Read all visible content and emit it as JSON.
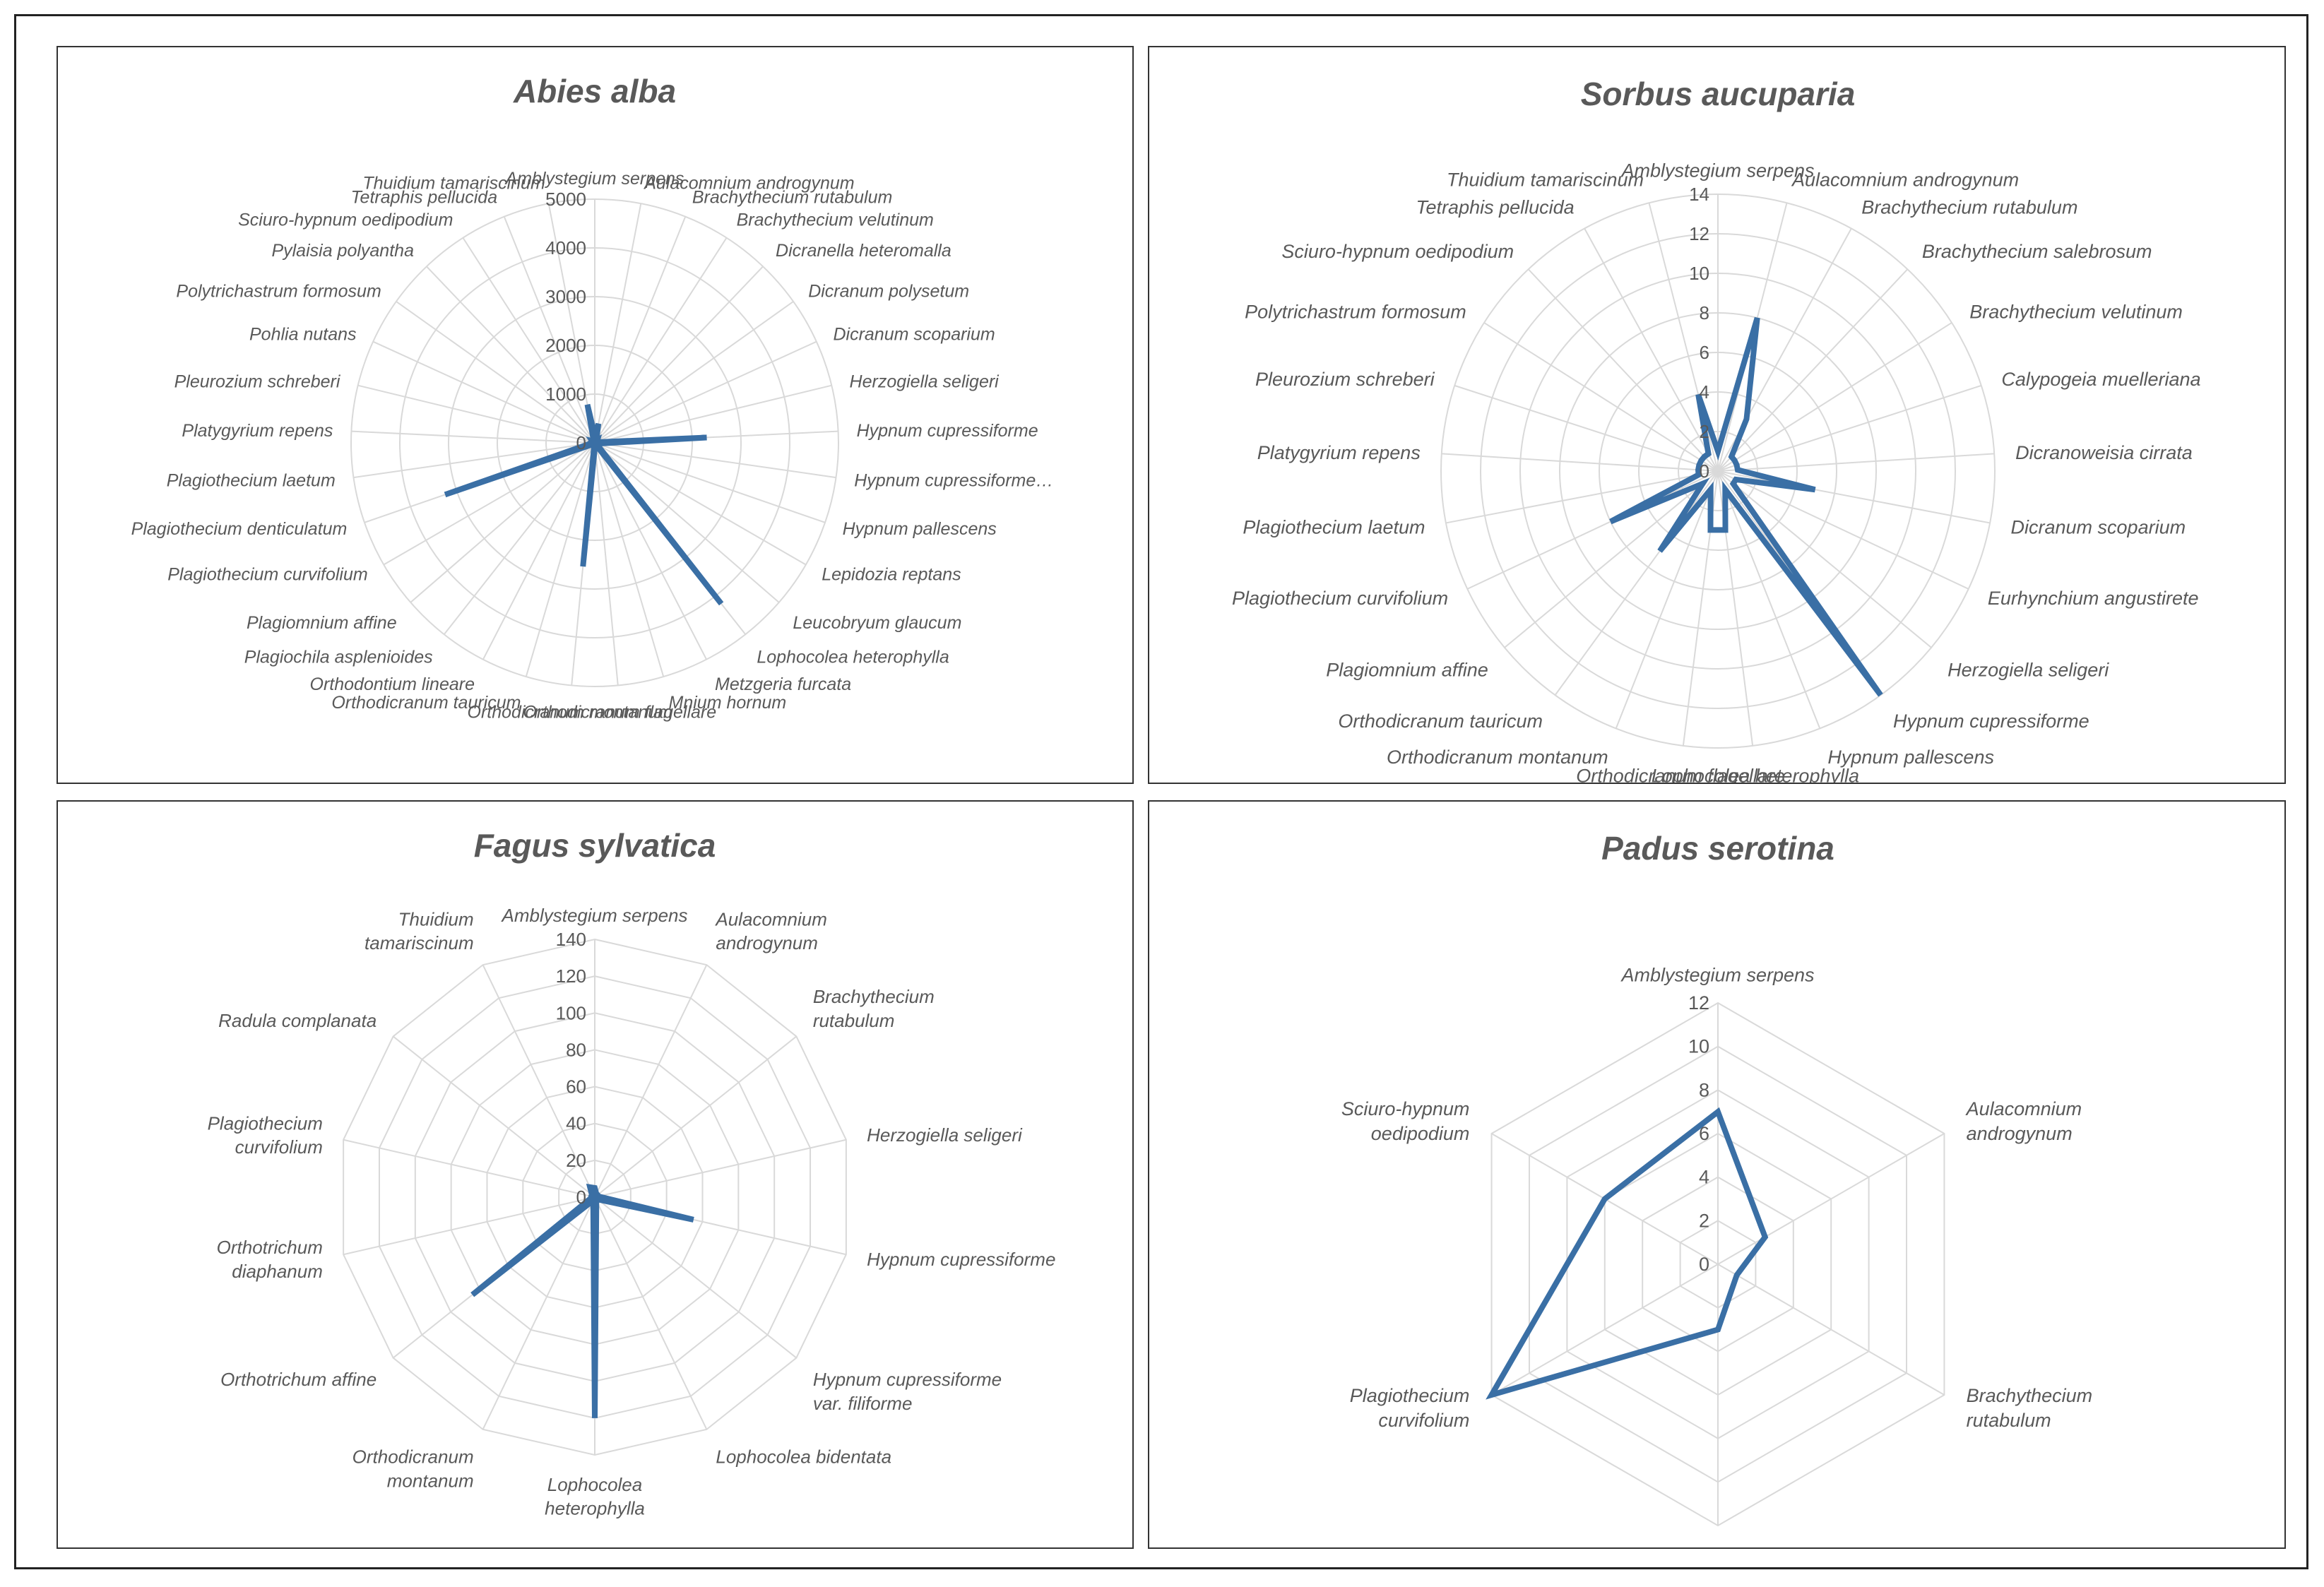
{
  "chart_data": [
    {
      "type": "radar",
      "title": "Abies alba",
      "r_ticks": [
        "0",
        "1000",
        "2000",
        "3000",
        "4000",
        "5000"
      ],
      "rlim": [
        0,
        5000
      ],
      "grid": true,
      "legend": "none",
      "categories": [
        "Amblystegium serpens",
        "Aulacomnium androgynum",
        "Brachythecium rutabulum",
        "Brachythecium velutinum",
        "Dicranella heteromalla",
        "Dicranum polysetum",
        "Dicranum scoparium",
        "Herzogiella seligeri",
        "Hypnum cupressiforme",
        "Hypnum cupressiforme…",
        "Hypnum pallescens",
        "Lepidozia reptans",
        "Leucobryum glaucum",
        "Lophocolea heterophylla",
        "Metzgeria furcata",
        "Mnium hornum",
        "Orthodicranum flagellare",
        "Orthodicranum montanum",
        "Orthodicranum tauricum",
        "Orthodontium lineare",
        "Plagiochila asplenioides",
        "Plagiomnium affine",
        "Plagiothecium curvifolium",
        "Plagiothecium denticulatum",
        "Plagiothecium laetum",
        "Platygyrium repens",
        "Pleurozium schreberi",
        "Pohlia nutans",
        "Polytrichastrum formosum",
        "Pylaisia polyantha",
        "Sciuro-hypnum oedipodium",
        "Tetraphis pellucida",
        "Thuidium tamariscinum"
      ],
      "values": [
        150,
        400,
        100,
        50,
        80,
        60,
        40,
        60,
        2300,
        100,
        60,
        40,
        80,
        4200,
        40,
        50,
        60,
        2550,
        40,
        40,
        40,
        50,
        80,
        3250,
        80,
        80,
        60,
        40,
        60,
        40,
        60,
        80,
        800
      ]
    },
    {
      "type": "radar",
      "title": "Sorbus aucuparia",
      "r_ticks": [
        "0",
        "2",
        "4",
        "6",
        "8",
        "10",
        "12",
        "14"
      ],
      "rlim": [
        0,
        14
      ],
      "grid": true,
      "legend": "none",
      "categories": [
        "Amblystegium serpens",
        "Aulacomnium androgynum",
        "Brachythecium rutabulum",
        "Brachythecium salebrosum",
        "Brachythecium velutinum",
        "Calypogeia muelleriana",
        "Dicranoweisia cirrata",
        "Dicranum scoparium",
        "Eurhynchium angustirete",
        "Herzogiella seligeri",
        "Hypnum cupressiforme",
        "Hypnum pallescens",
        "Lophocolea heterophylla",
        "Orthodicranum flagellare",
        "Orthodicranum montanum",
        "Orthodicranum tauricum",
        "Plagiomnium affine",
        "Plagiothecium curvifolium",
        "Plagiothecium laetum",
        "Platygyrium repens",
        "Pleurozium schreberi",
        "Polytrichastrum formosum",
        "Sciuro-hypnum oedipodium",
        "Tetraphis pellucida",
        "Thuidium tamariscinum"
      ],
      "values": [
        1,
        8,
        3,
        1,
        1,
        1,
        1,
        5,
        1,
        1,
        15,
        1,
        3,
        3,
        1,
        5,
        1,
        6,
        1,
        1,
        1,
        1,
        1,
        1,
        4
      ]
    },
    {
      "type": "radar",
      "title": "Fagus sylvatica",
      "r_ticks": [
        "0",
        "20",
        "40",
        "60",
        "80",
        "100",
        "120",
        "140"
      ],
      "rlim": [
        0,
        140
      ],
      "grid": true,
      "legend": "none",
      "categories": [
        "Amblystegium serpens",
        "Aulacomnium androgynum",
        "Brachythecium rutabulum",
        "Herzogiella seligeri",
        "Hypnum cupressiforme",
        "Hypnum cupressiforme var. filiforme",
        "Lophocolea bidentata",
        "Lophocolea heterophylla",
        "Orthodicranum montanum",
        "Orthotrichum affine",
        "Orthotrichum diaphanum",
        "Plagiothecium curvifolium",
        "Radula complanata",
        "Thuidium tamariscinum"
      ],
      "values": [
        5,
        2,
        2,
        2,
        55,
        2,
        2,
        120,
        2,
        85,
        2,
        2,
        2,
        6
      ]
    },
    {
      "type": "radar",
      "title": "Padus serotina",
      "r_ticks": [
        "0",
        "2",
        "4",
        "6",
        "8",
        "10",
        "12"
      ],
      "rlim": [
        0,
        12
      ],
      "grid": true,
      "legend": "none",
      "categories": [
        "Amblystegium serpens",
        "Aulacomnium androgynum",
        "Brachythecium rutabulum",
        "Lophocolea heterophylla",
        "Plagiothecium curvifolium",
        "Sciuro-hypnum oedipodium"
      ],
      "values": [
        7,
        2.5,
        1,
        3,
        12,
        6
      ]
    }
  ],
  "colors": {
    "series": "#3a6fa5",
    "grid": "#d9d9d9",
    "text": "#595959",
    "border": "#333333"
  }
}
